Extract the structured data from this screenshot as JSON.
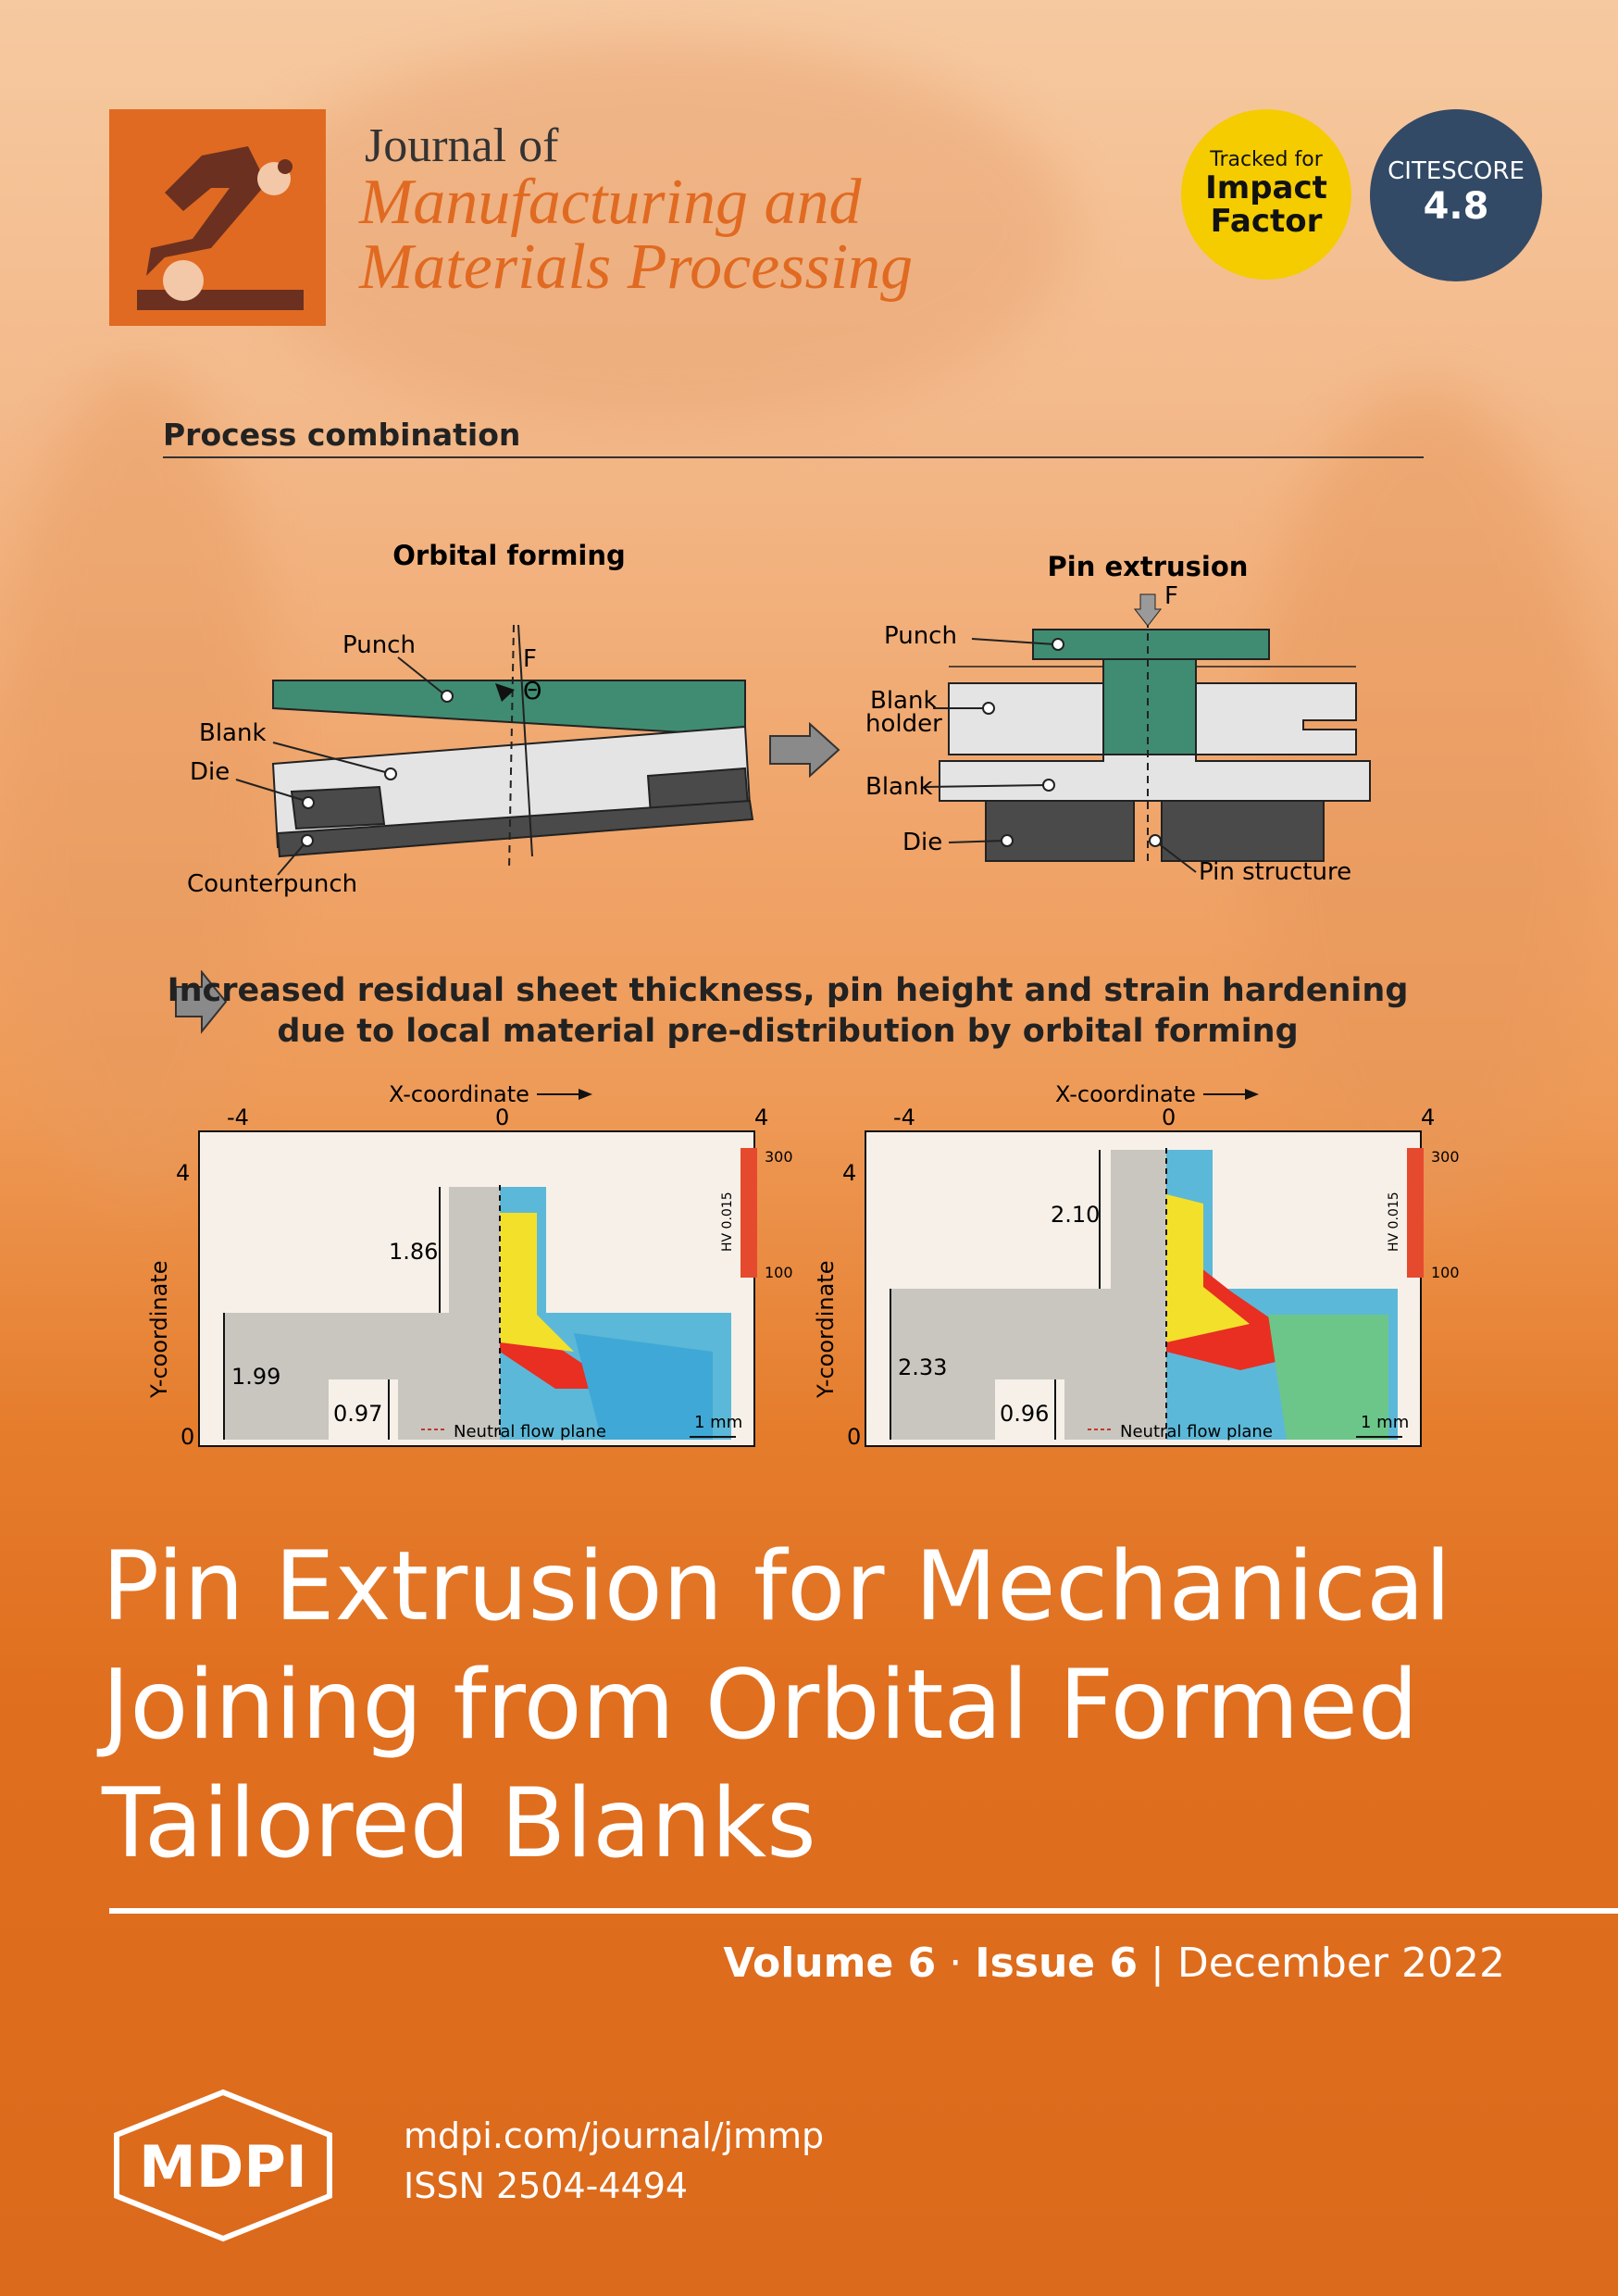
{
  "header": {
    "journal_of": "Journal of",
    "journal_name_1": "Manufacturing and",
    "journal_name_2": "Materials Processing",
    "impact_line1": "Tracked for",
    "impact_line2": "Impact",
    "impact_line3": "Factor",
    "citescore_label": "CITESCORE",
    "citescore_value": "4.8"
  },
  "figure": {
    "section_title": "Process combination",
    "left": {
      "title": "Orbital forming",
      "punch": "Punch",
      "blank": "Blank",
      "die": "Die",
      "counterpunch": "Counterpunch",
      "force": "F",
      "theta": "Θ"
    },
    "right": {
      "title": "Pin extrusion",
      "punch": "Punch",
      "blank_holder_1": "Blank",
      "blank_holder_2": "holder",
      "blank": "Blank",
      "die": "Die",
      "pin_structure": "Pin structure",
      "force": "F"
    },
    "statement_1": "Increased residual sheet thickness, pin height and strain hardening",
    "statement_2": "due to local material pre-distribution by orbital forming",
    "charts": [
      {
        "xlabel": "X-coordinate",
        "ylabel": "Y-coordinate",
        "x_ticks": [
          "-4",
          "0",
          "4"
        ],
        "y_ticks": [
          "0",
          "4"
        ],
        "dim_pin": "1.86",
        "dim_sheet": "1.99",
        "dim_bottom": "0.97",
        "legend_label": "Neutral flow plane",
        "scale": "1 mm",
        "cbar_label": "HV 0.015",
        "cbar_max": "300",
        "cbar_min": "100"
      },
      {
        "xlabel": "X-coordinate",
        "ylabel": "Y-coordinate",
        "x_ticks": [
          "-4",
          "0",
          "4"
        ],
        "y_ticks": [
          "0",
          "4"
        ],
        "dim_pin": "2.10",
        "dim_sheet": "2.33",
        "dim_bottom": "0.96",
        "legend_label": "Neutral flow plane",
        "scale": "1 mm",
        "cbar_label": "HV 0.015",
        "cbar_max": "300",
        "cbar_min": "100"
      }
    ]
  },
  "article": {
    "title_line1": "Pin Extrusion for Mechanical",
    "title_line2": "Joining from Orbital Formed",
    "title_line3": "Tailored Blanks"
  },
  "issue": {
    "volume": "Volume 6",
    "sep1": " · ",
    "issue": "Issue 6",
    "sep2": " | ",
    "date": "December 2022"
  },
  "footer": {
    "publisher": "MDPI",
    "url": "mdpi.com/journal/jmmp",
    "issn": "ISSN 2504-4494"
  },
  "colors": {
    "accent": "#e06a21",
    "impact_badge": "#f4cc00",
    "citescore_badge": "#324a66",
    "punch_green": "#3f8c72",
    "die_grey": "#4a4a4a"
  }
}
